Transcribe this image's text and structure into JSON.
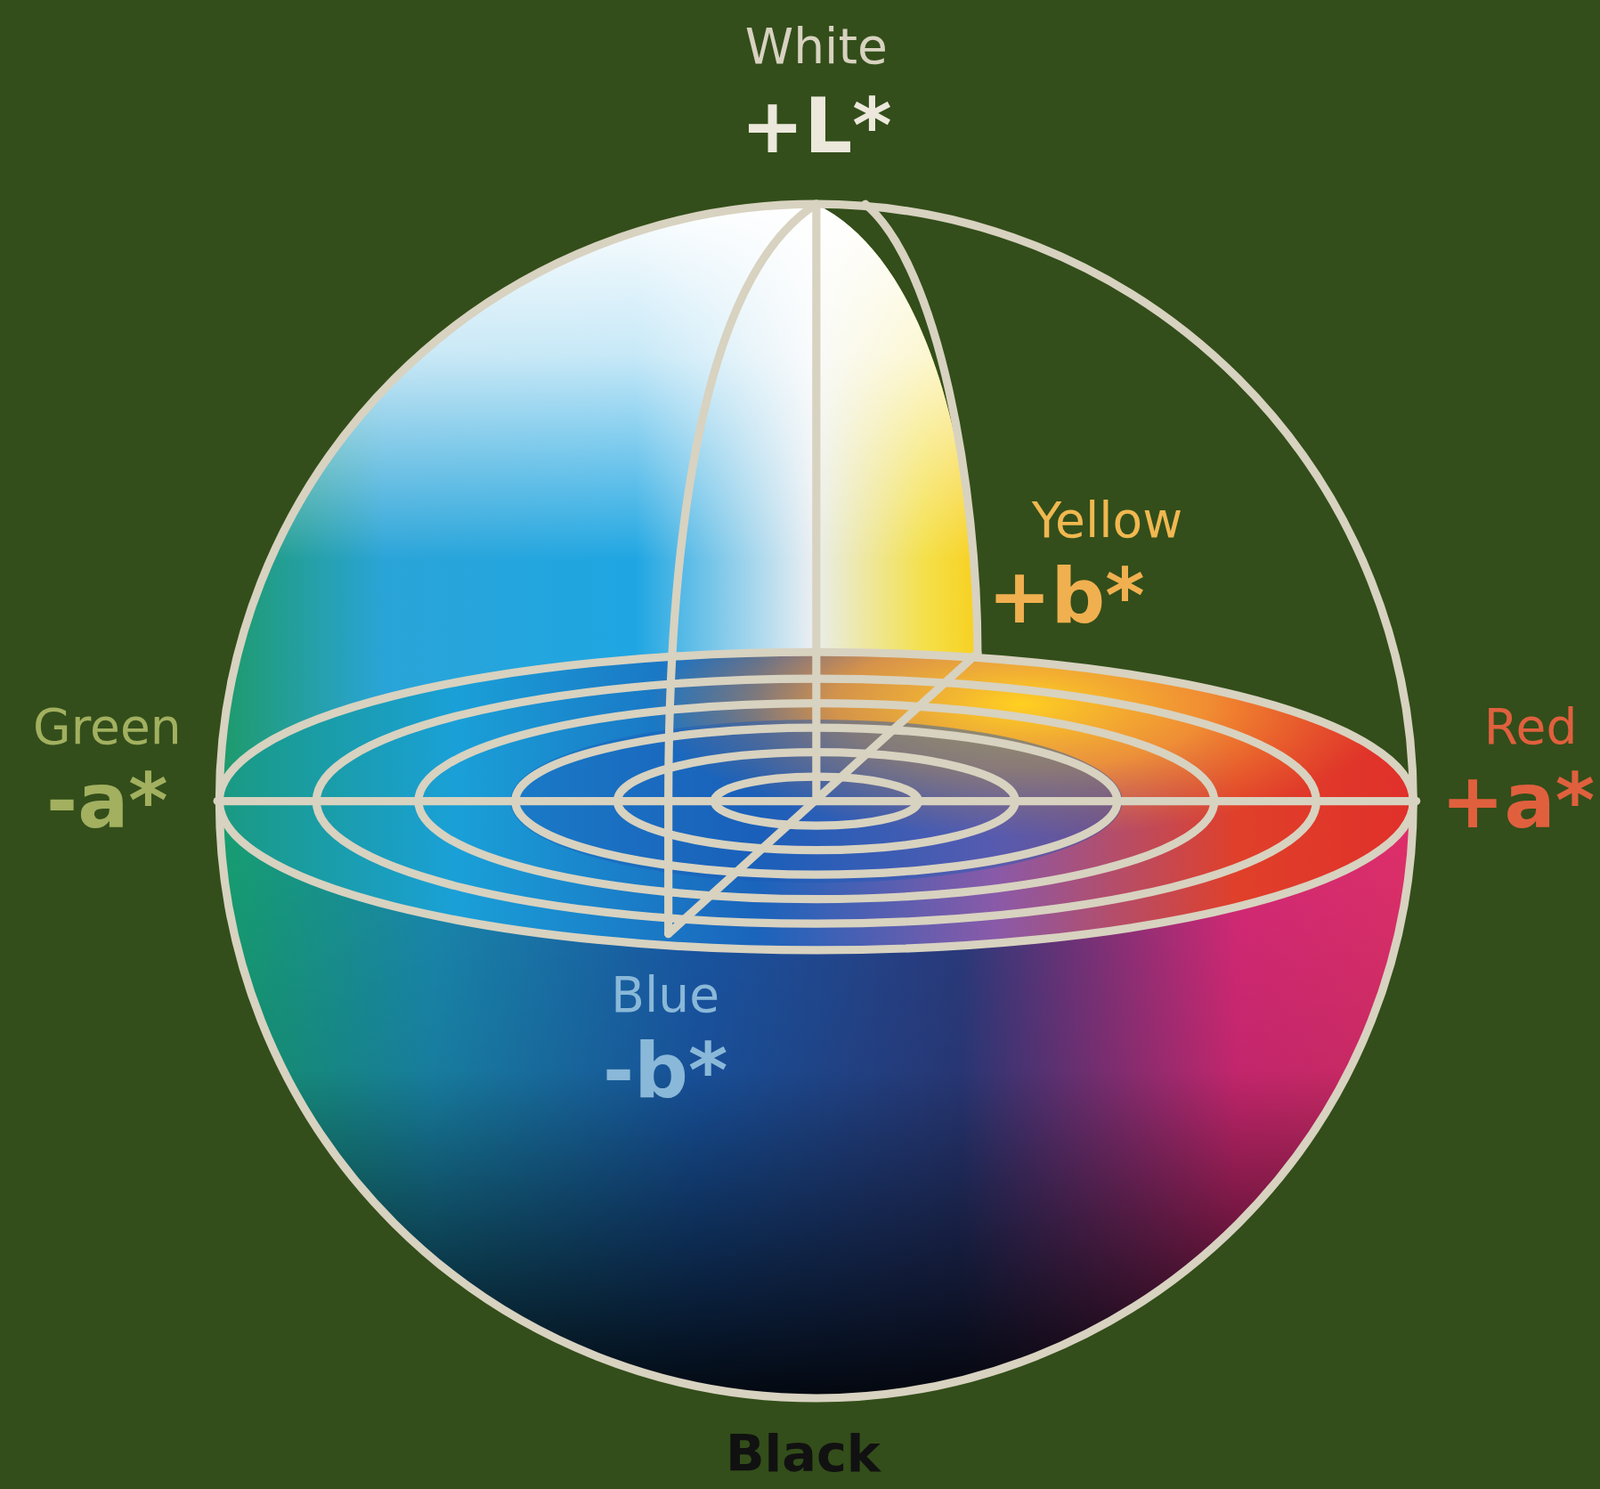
{
  "diagram": {
    "labels": [
      "White",
      "+L*",
      "Yellow",
      "+b*",
      "Green",
      "-a*",
      "Red",
      "+a*",
      "Blue",
      "-b*",
      "Black"
    ]
  }
}
